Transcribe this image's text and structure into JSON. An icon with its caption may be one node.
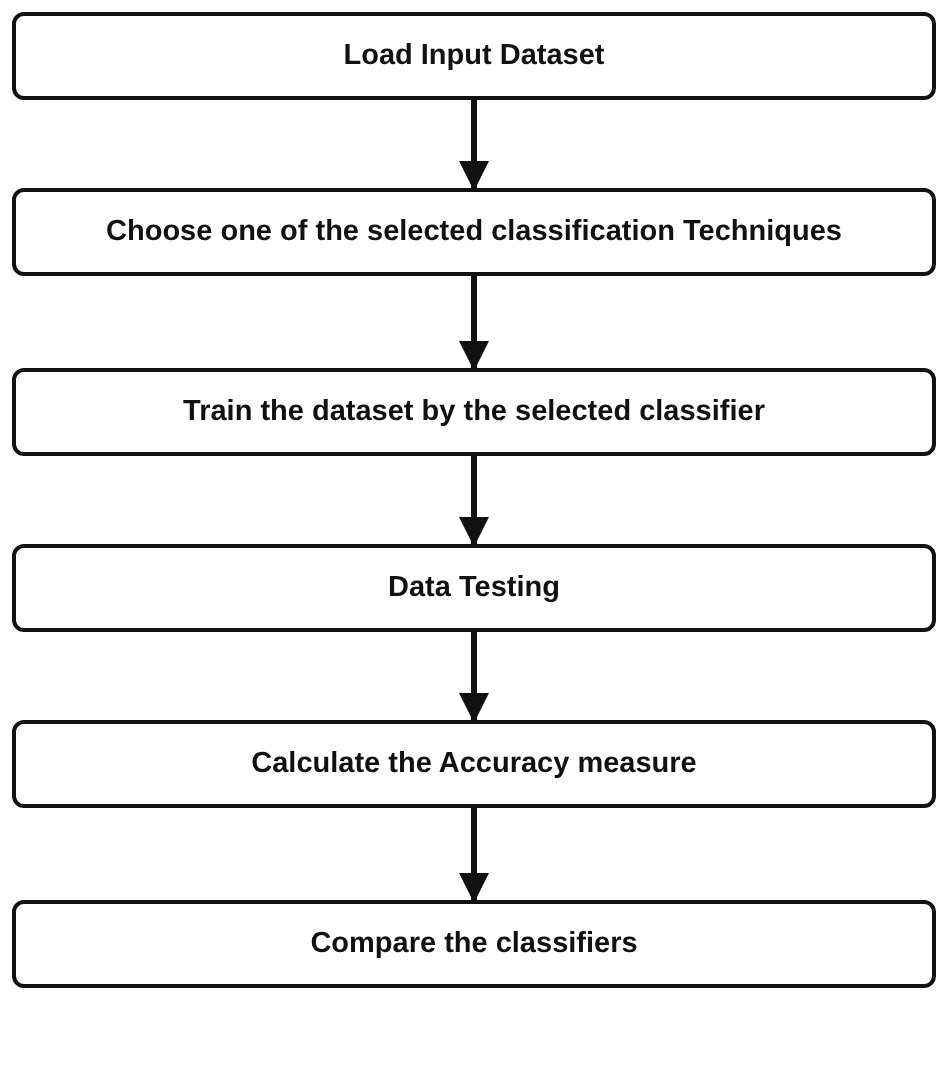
{
  "diagram": {
    "nodes": [
      {
        "text": [
          "Load Input Dataset"
        ]
      },
      {
        "text": [
          "Choose one of the selected classification Techniques"
        ]
      },
      {
        "text": [
          "Train the dataset by the selected classifier"
        ]
      },
      {
        "text": [
          "Data Testing"
        ]
      },
      {
        "text": [
          "Calculate the Accuracy measure"
        ]
      },
      {
        "text": [
          "Compare the classifiers"
        ]
      }
    ],
    "edges": [
      {
        "from": 0,
        "to": 1,
        "arrow": "to"
      },
      {
        "from": 1,
        "to": 2,
        "arrow": "to"
      },
      {
        "from": 2,
        "to": 3,
        "arrow": "to"
      },
      {
        "from": 3,
        "to": 4,
        "arrow": "to"
      },
      {
        "from": 4,
        "to": 5,
        "arrow": "to"
      }
    ]
  }
}
